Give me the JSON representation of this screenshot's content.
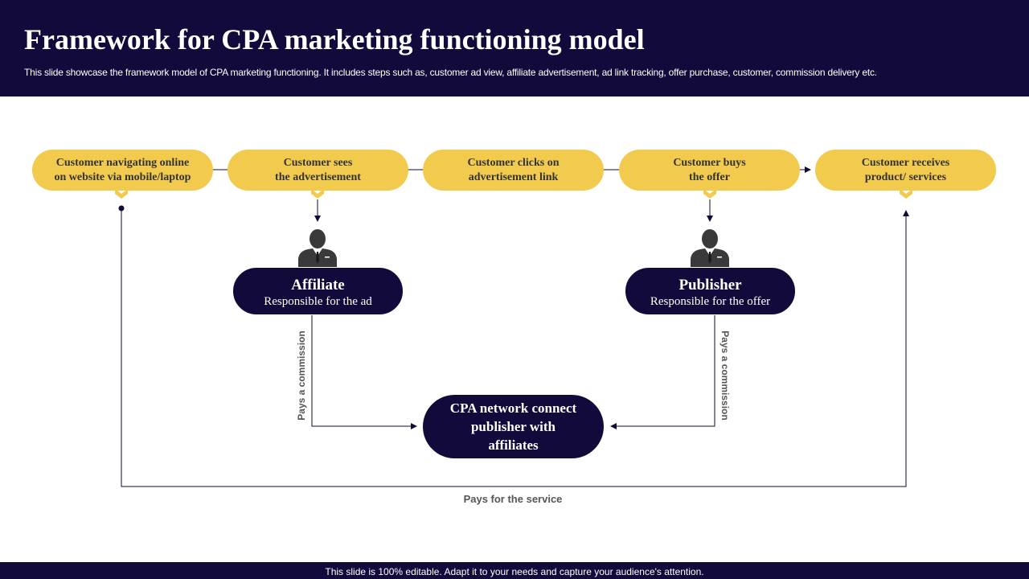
{
  "header": {
    "title": "Framework for CPA marketing functioning model",
    "subtitle": "This slide showcase the framework model of CPA marketing functioning. It includes steps such as, customer ad view, affiliate advertisement, ad link tracking, offer purchase, customer, commission delivery etc."
  },
  "steps": [
    {
      "label": "Customer navigating online\non website via mobile/laptop"
    },
    {
      "label": "Customer sees\nthe advertisement"
    },
    {
      "label": "Customer clicks on\nadvertisement link"
    },
    {
      "label": "Customer buys\nthe offer"
    },
    {
      "label": "Customer receives\nproduct/ services"
    }
  ],
  "roles": {
    "affiliate": {
      "name": "Affiliate",
      "desc": "Responsible  for the ad",
      "icon": "businessman-icon"
    },
    "publisher": {
      "name": "Publisher",
      "desc": "Responsible  for the offer",
      "icon": "businessman-icon"
    }
  },
  "network": {
    "label": "CPA network connect\npublisher with\naffiliates"
  },
  "labels": {
    "affiliate_pays": "Pays a commission",
    "publisher_pays": "Pays a commission",
    "service": "Pays for the service"
  },
  "footer": {
    "text": "This slide is 100% editable. Adapt it to your needs and capture your audience's attention."
  },
  "colors": {
    "navy": "#120a3a",
    "yellow": "#f2cb4e",
    "text_dark": "#333333",
    "label_gray": "#555555"
  }
}
